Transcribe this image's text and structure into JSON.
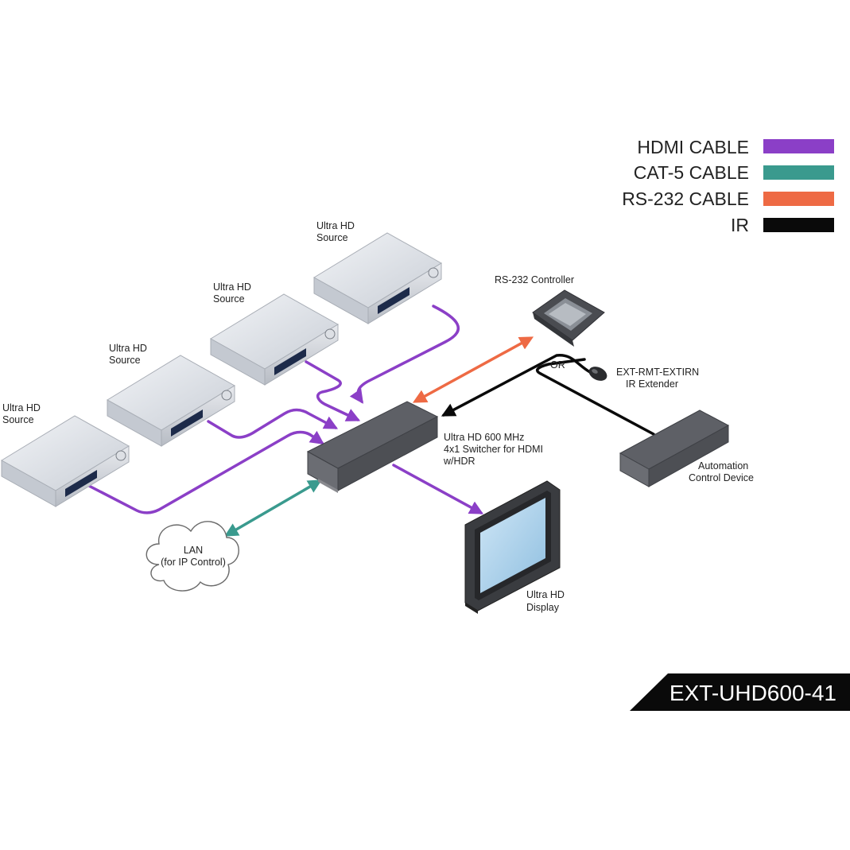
{
  "legend": {
    "items": [
      {
        "label": "HDMI CABLE",
        "color": "#8b3fc7"
      },
      {
        "label": "CAT-5 CABLE",
        "color": "#3a9a8e"
      },
      {
        "label": "RS-232 CABLE",
        "color": "#ee6a44"
      },
      {
        "label": "IR",
        "color": "#0a0a0a"
      }
    ]
  },
  "sources": [
    {
      "line1": "Ultra HD",
      "line2": "Source"
    },
    {
      "line1": "Ultra HD",
      "line2": "Source"
    },
    {
      "line1": "Ultra HD",
      "line2": "Source"
    },
    {
      "line1": "Ultra HD",
      "line2": "Source"
    }
  ],
  "switcher": {
    "line1": "Ultra HD 600 MHz",
    "line2": "4x1 Switcher for HDMI",
    "line3": "w/HDR"
  },
  "controller": {
    "label": "RS-232 Controller"
  },
  "ir_extender": {
    "line1": "EXT-RMT-EXTIRN",
    "line2": "IR Extender"
  },
  "or_label": "OR",
  "automation": {
    "line1": "Automation",
    "line2": "Control Device"
  },
  "lan": {
    "line1": "LAN",
    "line2": "(for IP Control)"
  },
  "display": {
    "line1": "Ultra HD",
    "line2": "Display"
  },
  "model": "EXT-UHD600-41"
}
